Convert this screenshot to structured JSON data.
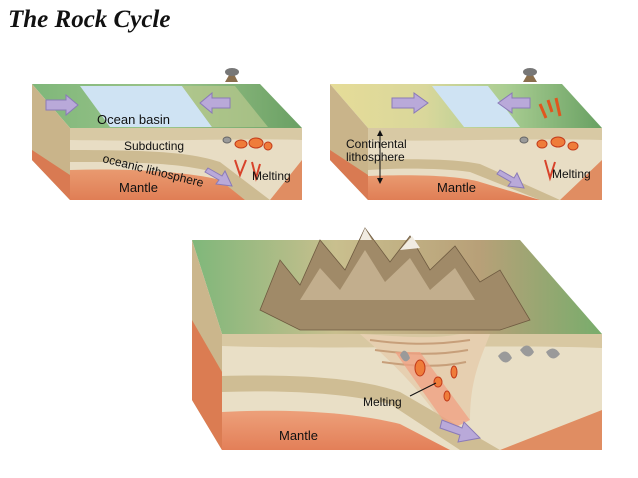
{
  "title": "The Rock Cycle",
  "panel1": {
    "ocean_basin": "Ocean basin",
    "subducting_line1": "Subducting",
    "subducting_line2": "oceanic lithosphere",
    "melting": "Melting",
    "mantle": "Mantle"
  },
  "panel2": {
    "continental_line1": "Continental",
    "continental_line2": "lithosphere",
    "melting": "Melting",
    "mantle": "Mantle"
  },
  "panel3": {
    "melting": "Melting",
    "mantle": "Mantle"
  }
}
